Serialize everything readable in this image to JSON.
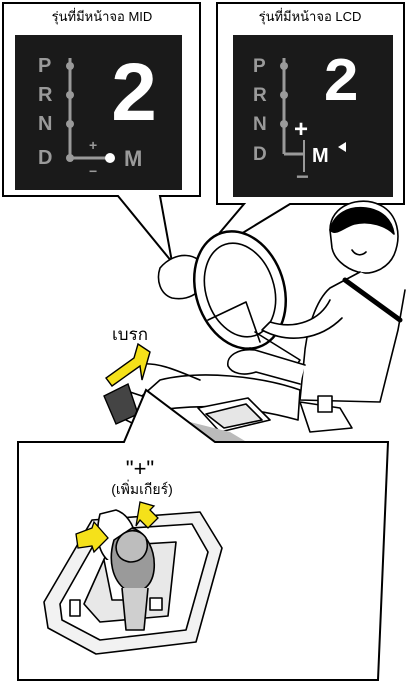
{
  "panels": {
    "mid": {
      "title": "รุ่นที่มีหน้าจอ MID",
      "gears": [
        "P",
        "R",
        "N",
        "D"
      ],
      "current_gear": "2",
      "plus": "+",
      "minus": "−",
      "manual": "M"
    },
    "lcd": {
      "title": "รุ่นที่มีหน้าจอ LCD",
      "gears": [
        "P",
        "R",
        "N",
        "D"
      ],
      "current_gear": "2",
      "plus": "+",
      "minus": "−",
      "manual": "M"
    }
  },
  "brake_label": "เบรก",
  "shift": {
    "symbol": "\"+\"",
    "caption": "(เพิ่มเกียร์)"
  },
  "colors": {
    "panel_bg": "#1a1a1a",
    "arrow": "#f5e11a",
    "gear_inactive": "#9a9a9a",
    "gear_active": "#ffffff"
  },
  "icons": [
    "steering-wheel-icon",
    "driver-illustration",
    "brake-pedal-icon",
    "shift-lever-icon"
  ]
}
